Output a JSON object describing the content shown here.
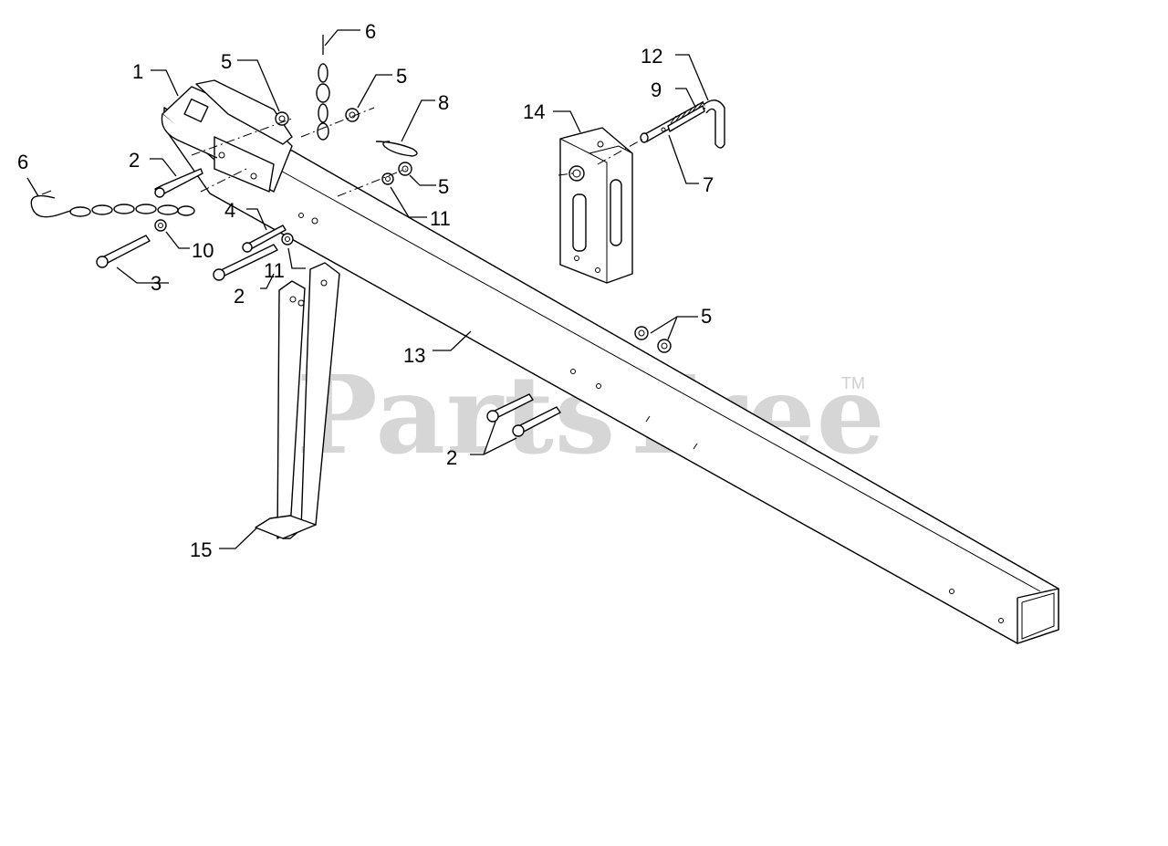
{
  "watermark": {
    "text": "PartsTree",
    "trademark": "TM"
  },
  "callouts": [
    {
      "id": "c1",
      "number": "1"
    },
    {
      "id": "c2a",
      "number": "2"
    },
    {
      "id": "c2b",
      "number": "2"
    },
    {
      "id": "c2c",
      "number": "2"
    },
    {
      "id": "c3",
      "number": "3"
    },
    {
      "id": "c4",
      "number": "4"
    },
    {
      "id": "c5a",
      "number": "5"
    },
    {
      "id": "c5b",
      "number": "5"
    },
    {
      "id": "c5c",
      "number": "5"
    },
    {
      "id": "c5d",
      "number": "5"
    },
    {
      "id": "c6a",
      "number": "6"
    },
    {
      "id": "c6b",
      "number": "6"
    },
    {
      "id": "c7",
      "number": "7"
    },
    {
      "id": "c8",
      "number": "8"
    },
    {
      "id": "c9",
      "number": "9"
    },
    {
      "id": "c10",
      "number": "10"
    },
    {
      "id": "c11a",
      "number": "11"
    },
    {
      "id": "c11b",
      "number": "11"
    },
    {
      "id": "c12",
      "number": "12"
    },
    {
      "id": "c13",
      "number": "13"
    },
    {
      "id": "c14",
      "number": "14"
    },
    {
      "id": "c15",
      "number": "15"
    }
  ]
}
